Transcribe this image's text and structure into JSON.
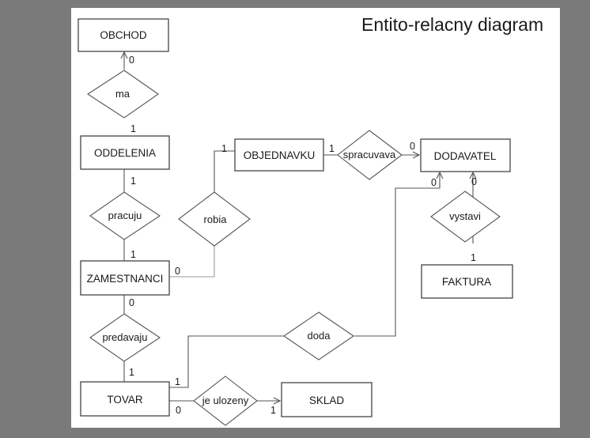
{
  "title": "Entito-relacny diagram",
  "entities": {
    "obchod": "OBCHOD",
    "oddelenia": "ODDELENIA",
    "objednavku": "OBJEDNAVKU",
    "dodavatel": "DODAVATEL",
    "zamestnanci": "ZAMESTNANCI",
    "faktura": "FAKTURA",
    "tovar": "TOVAR",
    "sklad": "SKLAD"
  },
  "relationships": {
    "ma": "ma",
    "pracuju": "pracuju",
    "robia": "robia",
    "spracuvava": "spracuvava",
    "vystavi": "vystavi",
    "predavaju": "predavaju",
    "doda": "doda",
    "je_ulozeny": "je ulozeny"
  },
  "cardinalities": {
    "obchod_ma": "0",
    "oddelenia_ma": "1",
    "oddelenia_pracuju": "1",
    "zamestnanci_pracuju": "1",
    "objednavku_robia": "1",
    "zamestnanci_robia": "0",
    "objednavku_spracuvava": "1",
    "dodavatel_spracuvava": "0",
    "dodavatel_doda": "0",
    "dodavatel_vystavi": "0",
    "faktura_vystavi": "1",
    "zamestnanci_predavaju": "0",
    "tovar_predavaju": "1",
    "tovar_doda": "1",
    "tovar_je_ulozeny": "0",
    "sklad_je_ulozeny": "1"
  }
}
